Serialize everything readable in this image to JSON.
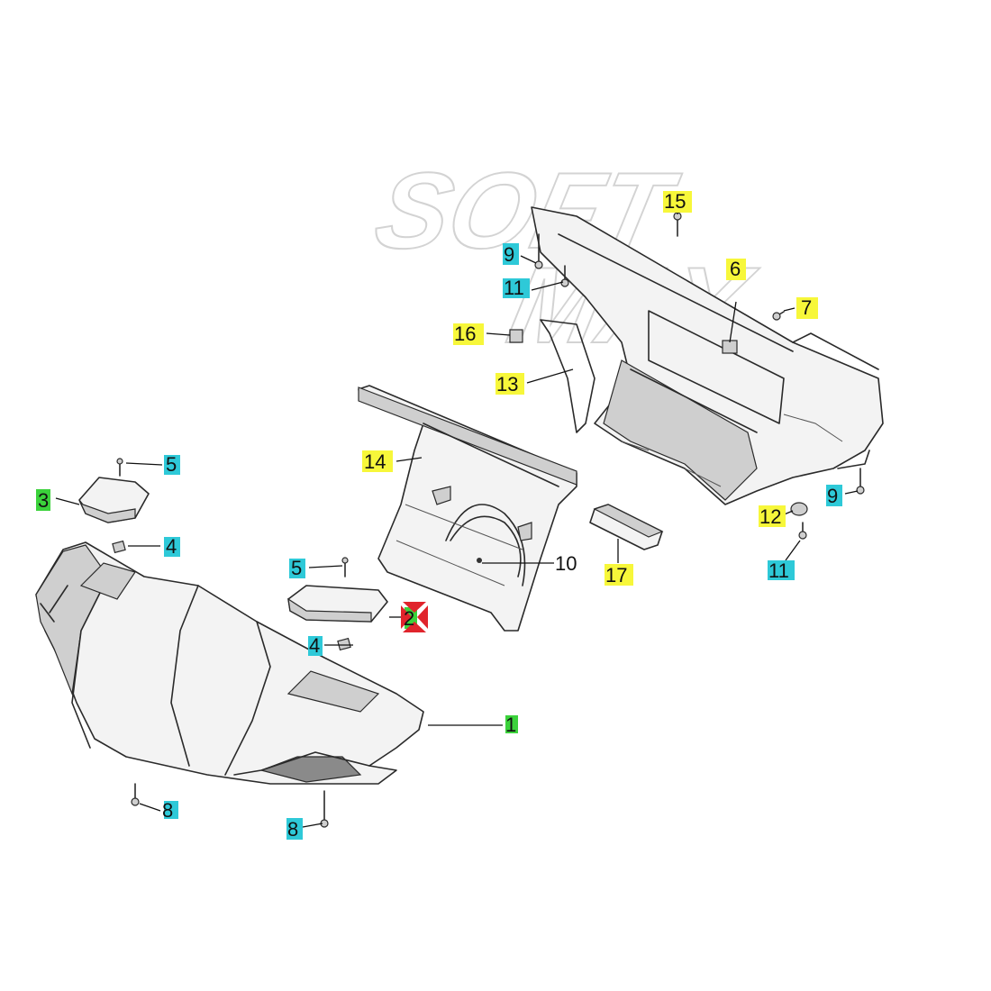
{
  "watermark": {
    "line1": "SOFT",
    "line2": "MAY"
  },
  "labels": [
    {
      "id": "l1",
      "text": "1",
      "color": "#3bd23b"
    },
    {
      "id": "l2",
      "text": "2",
      "color": "#3bd23b"
    },
    {
      "id": "l3",
      "text": "3",
      "color": "#3bd23b"
    },
    {
      "id": "l4a",
      "text": "4",
      "color": "#2ec9d8"
    },
    {
      "id": "l4b",
      "text": "4",
      "color": "#2ec9d8"
    },
    {
      "id": "l5a",
      "text": "5",
      "color": "#2ec9d8"
    },
    {
      "id": "l5b",
      "text": "5",
      "color": "#2ec9d8"
    },
    {
      "id": "l6",
      "text": "6",
      "color": "#f7f73a"
    },
    {
      "id": "l7",
      "text": "7",
      "color": "#f7f73a"
    },
    {
      "id": "l8a",
      "text": "8",
      "color": "#2ec9d8"
    },
    {
      "id": "l8b",
      "text": "8",
      "color": "#2ec9d8"
    },
    {
      "id": "l9a",
      "text": "9",
      "color": "#2ec9d8"
    },
    {
      "id": "l9b",
      "text": "9",
      "color": "#2ec9d8"
    },
    {
      "id": "l10",
      "text": "10",
      "color": "#ffffff"
    },
    {
      "id": "l11a",
      "text": "11",
      "color": "#2ec9d8"
    },
    {
      "id": "l11b",
      "text": "11",
      "color": "#2ec9d8"
    },
    {
      "id": "l12",
      "text": "12",
      "color": "#f7f73a"
    },
    {
      "id": "l13",
      "text": "13",
      "color": "#f7f73a"
    },
    {
      "id": "l14",
      "text": "14",
      "color": "#f7f73a"
    },
    {
      "id": "l15",
      "text": "15",
      "color": "#f7f73a"
    },
    {
      "id": "l16",
      "text": "16",
      "color": "#f7f73a"
    },
    {
      "id": "l17",
      "text": "17",
      "color": "#f7f73a"
    }
  ],
  "selection_marker_color": "#e0242c"
}
